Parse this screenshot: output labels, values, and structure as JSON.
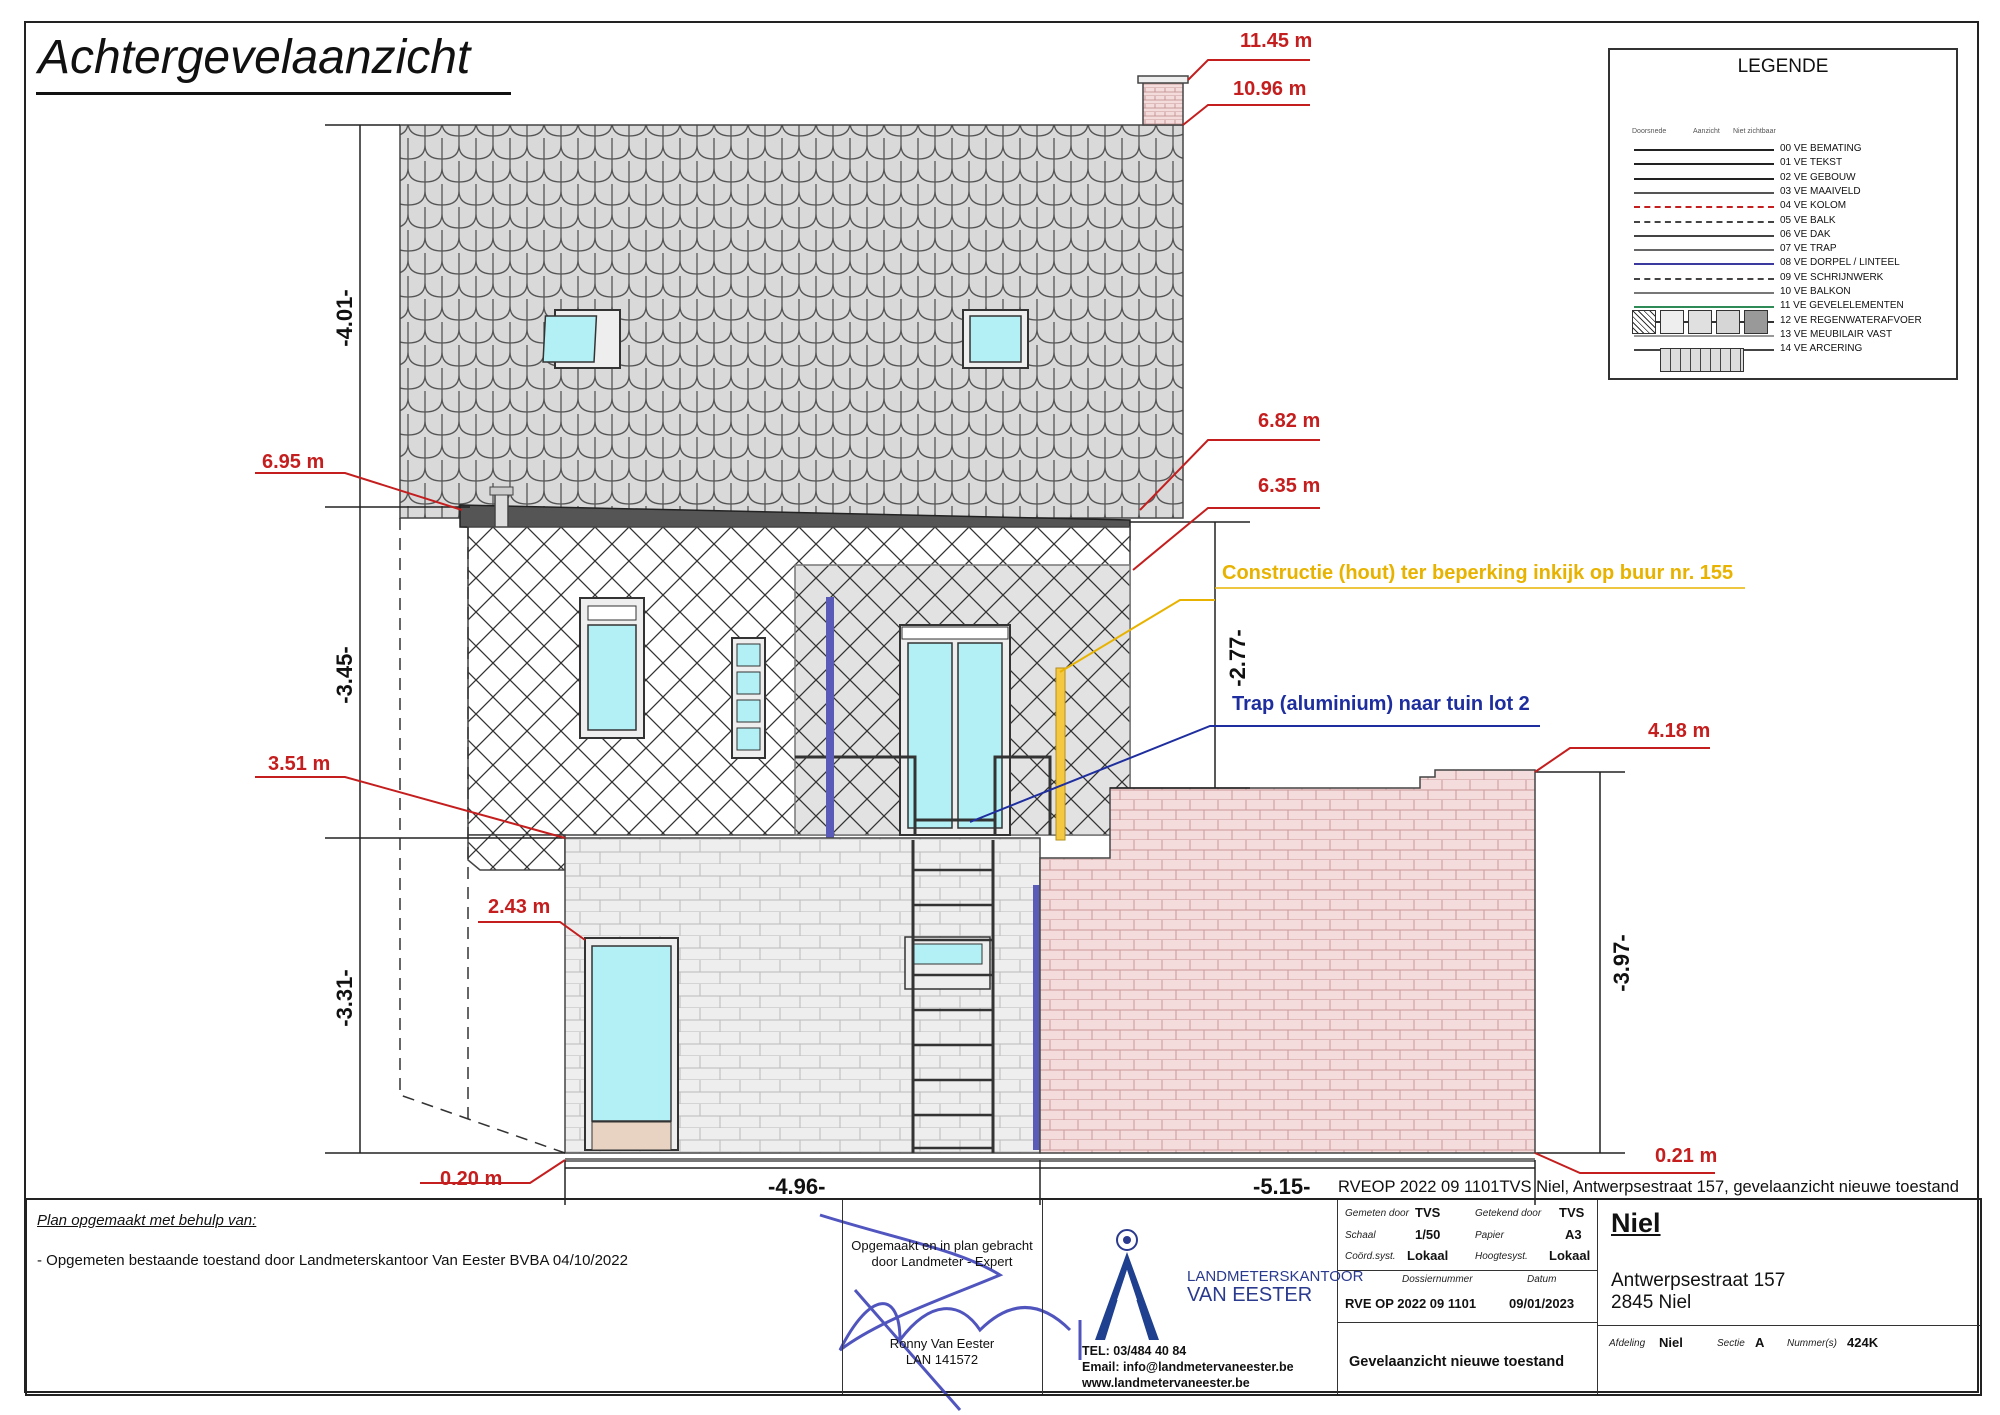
{
  "title": "Achtergevelaanzicht",
  "elevations": {
    "e1145": "11.45 m",
    "e1096": "10.96 m",
    "e682": "6.82 m",
    "e695": "6.95 m",
    "e635": "6.35 m",
    "e351": "3.51 m",
    "e243": "2.43 m",
    "e418": "4.18 m",
    "e020": "0.20 m",
    "e021": "0.21 m"
  },
  "dimensions": {
    "roof_height": "-4.01-",
    "upper_height": "-3.45-",
    "ground_height": "-3.31-",
    "recess_height": "-2.77-",
    "wall_height": "-3.97-",
    "width_left": "-4.96-",
    "width_right": "-5.15-"
  },
  "notes": {
    "construction": "Constructie (hout) ter beperking inkijk op buur nr. 155",
    "stairs": "Trap (aluminium) naar tuin lot 2"
  },
  "reference_line": "RVEOP 2022 09 1101TVS Niel, Antwerpsestraat 157, gevelaanzicht nieuwe toestand",
  "legend": {
    "title": "LEGENDE",
    "sub_headers": [
      "Doorsnede",
      "Aanzicht",
      "Niet zichtbaar"
    ],
    "items": [
      {
        "label": "00 VE BEMATING",
        "color": "#222222"
      },
      {
        "label": "01 VE TEKST",
        "color": "#222222"
      },
      {
        "label": "02 VE GEBOUW",
        "color": "#222222"
      },
      {
        "label": "03 VE MAAIVELD",
        "color": "#555555"
      },
      {
        "label": "04 VE KOLOM",
        "color": "#c41e1e"
      },
      {
        "label": "05 VE BALK",
        "color": "#444444"
      },
      {
        "label": "06 VE DAK",
        "color": "#444444"
      },
      {
        "label": "07 VE TRAP",
        "color": "#666666"
      },
      {
        "label": "08 VE DORPEL / LINTEEL",
        "color": "#3a3a9e"
      },
      {
        "label": "09 VE SCHRIJNWERK",
        "color": "#444444"
      },
      {
        "label": "10 VE BALKON",
        "color": "#777777"
      },
      {
        "label": "11 VE GEVELELEMENTEN",
        "color": "#2e8b57"
      },
      {
        "label": "12 VE REGENWATERAFVOER",
        "color": "#333333"
      },
      {
        "label": "13 VE MEUBILAIR VAST",
        "color": "#999999"
      },
      {
        "label": "14 VE ARCERING",
        "color": "#444444"
      }
    ]
  },
  "footer": {
    "plan_heading": "Plan opgemaakt met behulp van:",
    "plan_item": "- Opgemeten bestaande toestand door Landmeterskantoor Van Eester BVBA 04/10/2022",
    "certify_line1": "Opgemaakt en in plan gebracht",
    "certify_line2": "door Landmeter - Expert",
    "surveyor_name": "Ronny Van Eester",
    "surveyor_lan": "LAN 141572",
    "company_line1": "LANDMETERSKANTOOR",
    "company_line2": "VAN EESTER",
    "phone": "TEL: 03/484 40 84",
    "email": "Email: info@landmetervaneester.be",
    "website": "www.landmetervaneester.be",
    "measured_by_label": "Gemeten door",
    "measured_by": "TVS",
    "drawn_by_label": "Getekend door",
    "drawn_by": "TVS",
    "scale_label": "Schaal",
    "scale": "1/50",
    "paper_label": "Papier",
    "paper": "A3",
    "coord_label": "Coörd.syst.",
    "coord": "Lokaal",
    "height_label": "Hoogtesyst.",
    "height": "Lokaal",
    "dossier_label": "Dossiernummer",
    "dossier": "RVE OP 2022 09 1101",
    "date_label": "Datum",
    "date": "09/01/2023",
    "drawing_title": "Gevelaanzicht nieuwe toestand",
    "town": "Niel",
    "street": "Antwerpsestraat 157",
    "postcode": "2845 Niel",
    "afdeling_label": "Afdeling",
    "afdeling": "Niel",
    "sectie_label": "Sectie",
    "sectie": "A",
    "nummer_label": "Nummer(s)",
    "nummer": "424K"
  },
  "colors": {
    "elevation_red": "#c41e1e",
    "note_yellow": "#e8b300",
    "note_blue": "#1e2e9e",
    "glass": "#b3f0f5",
    "brick_pink": "#f5dcdc",
    "brick_light": "#eeeeee"
  }
}
